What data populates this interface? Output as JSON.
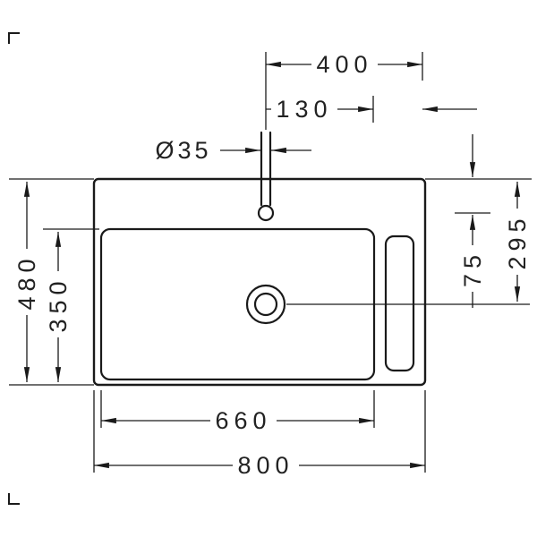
{
  "drawing": {
    "background": "#ffffff",
    "line_color": "#1a1a1a",
    "labels": {
      "tap_to_right_edge": "400",
      "shelf_width": "130",
      "tap_hole_diameter": "Ø35",
      "overall_depth": "480",
      "bowl_depth": "350",
      "drain_from_back": "295",
      "tap_from_back": "75",
      "bowl_width": "660",
      "overall_width": "800"
    }
  }
}
